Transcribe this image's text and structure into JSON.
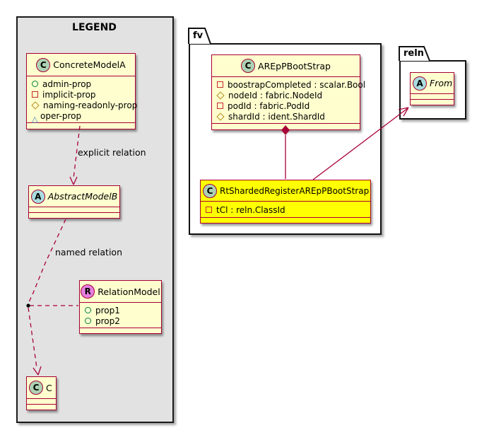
{
  "colors": {
    "accent": "#A80036",
    "class_fill": "#FEFECE",
    "highlight_fill": "#FFFF00",
    "legend_bg": "#E2E2E2",
    "spot_class": "#ADD1B2",
    "spot_abstract": "#A9DCDF",
    "spot_relation": "#E57FE0",
    "icon_circle": "#038048",
    "icon_square": "#C82930",
    "icon_diamond": "#B38D22",
    "icon_triangle": "#3A77B9"
  },
  "legend": {
    "title": "LEGEND",
    "relations": {
      "explicit_label": "explicit relation",
      "named_label": "named relation"
    },
    "classes": {
      "concrete": {
        "spot": "C",
        "name": "ConcreteModelA",
        "members": [
          {
            "icon": "circle-icon",
            "text": "admin-prop"
          },
          {
            "icon": "square-icon",
            "text": "implicit-prop"
          },
          {
            "icon": "diamond-icon",
            "text": "naming-readonly-prop"
          },
          {
            "icon": "triangle-icon",
            "text": "oper-prop"
          }
        ]
      },
      "abstract_b": {
        "spot": "A",
        "name": "AbstractModelB"
      },
      "relation_model": {
        "spot": "R",
        "name": "RelationModel",
        "members": [
          {
            "icon": "circle-icon",
            "text": "prop1"
          },
          {
            "icon": "circle-icon",
            "text": "prop2"
          }
        ]
      },
      "c": {
        "spot": "C",
        "name": "C"
      }
    }
  },
  "packages": {
    "fv": {
      "name": "fv",
      "classes": {
        "bootstrap": {
          "spot": "C",
          "name": "AREpPBootStrap",
          "members": [
            {
              "icon": "square-icon",
              "text": "boostrapCompleted : scalar.Bool"
            },
            {
              "icon": "diamond-icon",
              "text": "nodeId : fabric.NodeId"
            },
            {
              "icon": "square-icon",
              "text": "podId : fabric.PodId"
            },
            {
              "icon": "diamond-icon",
              "text": "shardId : ident.ShardId"
            }
          ]
        },
        "rt_sharded": {
          "spot": "C",
          "name": "RtShardedRegisterAREpPBootStrap",
          "members": [
            {
              "icon": "square-icon",
              "text": "tCl : reln.ClassId"
            }
          ]
        }
      }
    },
    "reln": {
      "name": "reln",
      "classes": {
        "from": {
          "spot": "A",
          "name": "From"
        }
      }
    }
  }
}
